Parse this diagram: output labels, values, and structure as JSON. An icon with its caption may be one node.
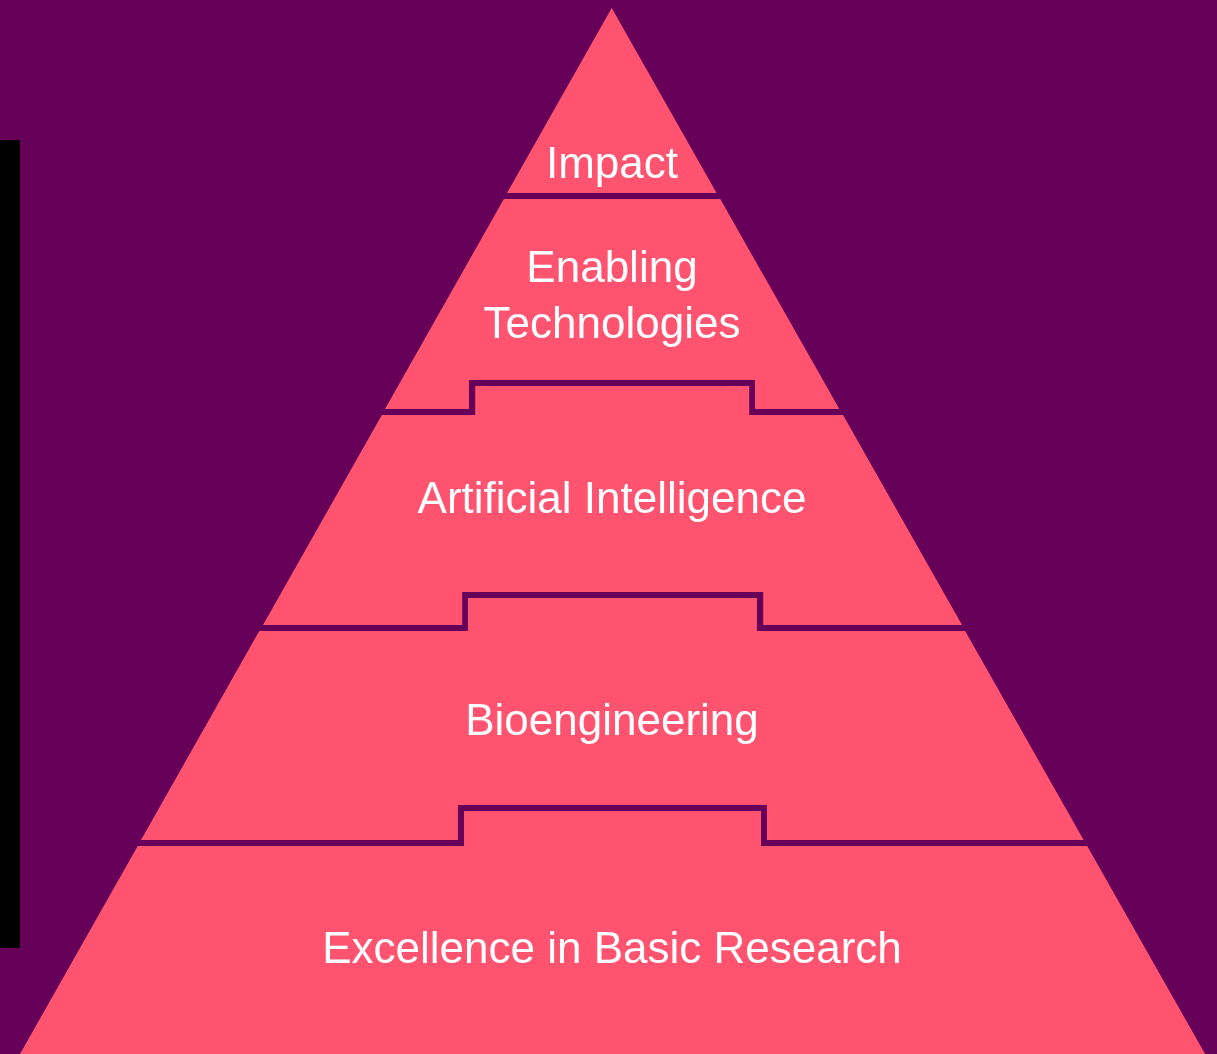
{
  "diagram": {
    "nodes": [
      {
        "text": [
          "Impact"
        ]
      },
      {
        "text": [
          "Enabling Technologies"
        ]
      },
      {
        "text": [
          "Artificial Intelligence"
        ]
      },
      {
        "text": [
          "Bioengineering"
        ]
      },
      {
        "text": [
          "Excellence in Basic Research"
        ]
      },
      {
        "text": [],
        "shape": "bar"
      }
    ]
  }
}
